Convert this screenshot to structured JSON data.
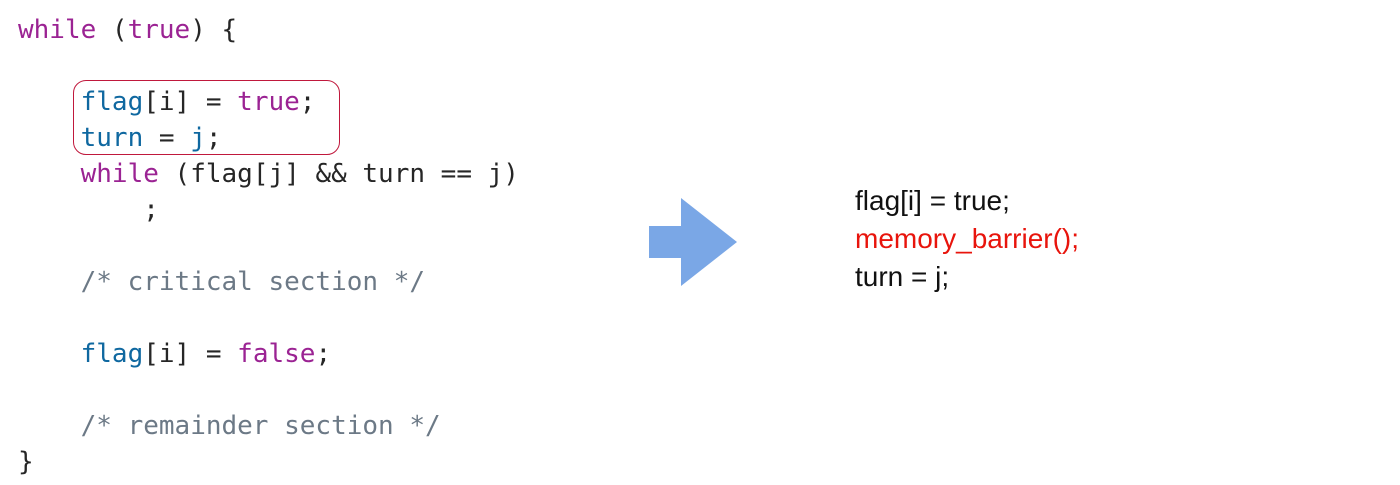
{
  "code": {
    "lines": [
      [
        {
          "t": "while",
          "k": "kw"
        },
        {
          "t": " (",
          "k": "pl"
        },
        {
          "t": "true",
          "k": "kw"
        },
        {
          "t": ") {",
          "k": "pl"
        }
      ],
      [],
      [
        {
          "t": "    ",
          "k": "pl"
        },
        {
          "t": "flag",
          "k": "var"
        },
        {
          "t": "[i] = ",
          "k": "pl"
        },
        {
          "t": "true",
          "k": "kw"
        },
        {
          "t": ";",
          "k": "pl"
        }
      ],
      [
        {
          "t": "    ",
          "k": "pl"
        },
        {
          "t": "turn",
          "k": "var"
        },
        {
          "t": " = ",
          "k": "pl"
        },
        {
          "t": "j",
          "k": "var"
        },
        {
          "t": ";",
          "k": "pl"
        }
      ],
      [
        {
          "t": "    ",
          "k": "pl"
        },
        {
          "t": "while",
          "k": "kw"
        },
        {
          "t": " (flag[j] && turn == j)",
          "k": "pl"
        }
      ],
      [
        {
          "t": "        ;",
          "k": "pl"
        }
      ],
      [],
      [
        {
          "t": "    ",
          "k": "pl"
        },
        {
          "t": "/* critical section */",
          "k": "cmt"
        }
      ],
      [],
      [
        {
          "t": "    ",
          "k": "pl"
        },
        {
          "t": "flag",
          "k": "var"
        },
        {
          "t": "[i] = ",
          "k": "pl"
        },
        {
          "t": "false",
          "k": "kw"
        },
        {
          "t": ";",
          "k": "pl"
        }
      ],
      [],
      [
        {
          "t": "    ",
          "k": "pl"
        },
        {
          "t": "/* remainder section */",
          "k": "cmt"
        }
      ],
      [
        {
          "t": "}",
          "k": "pl"
        }
      ]
    ]
  },
  "result": {
    "line1": "flag[i] = true;",
    "line2": "memory_barrier();",
    "line3": "turn = j;"
  },
  "colors": {
    "keyword": "#9b2393",
    "variable": "#0f68a0",
    "comment": "#6c7986",
    "plain": "#262626",
    "highlight_border": "#c0183c",
    "arrow": "#7aa7e6",
    "barrier_text": "#e8140c"
  },
  "icons": {
    "arrow": "right-arrow-icon"
  }
}
